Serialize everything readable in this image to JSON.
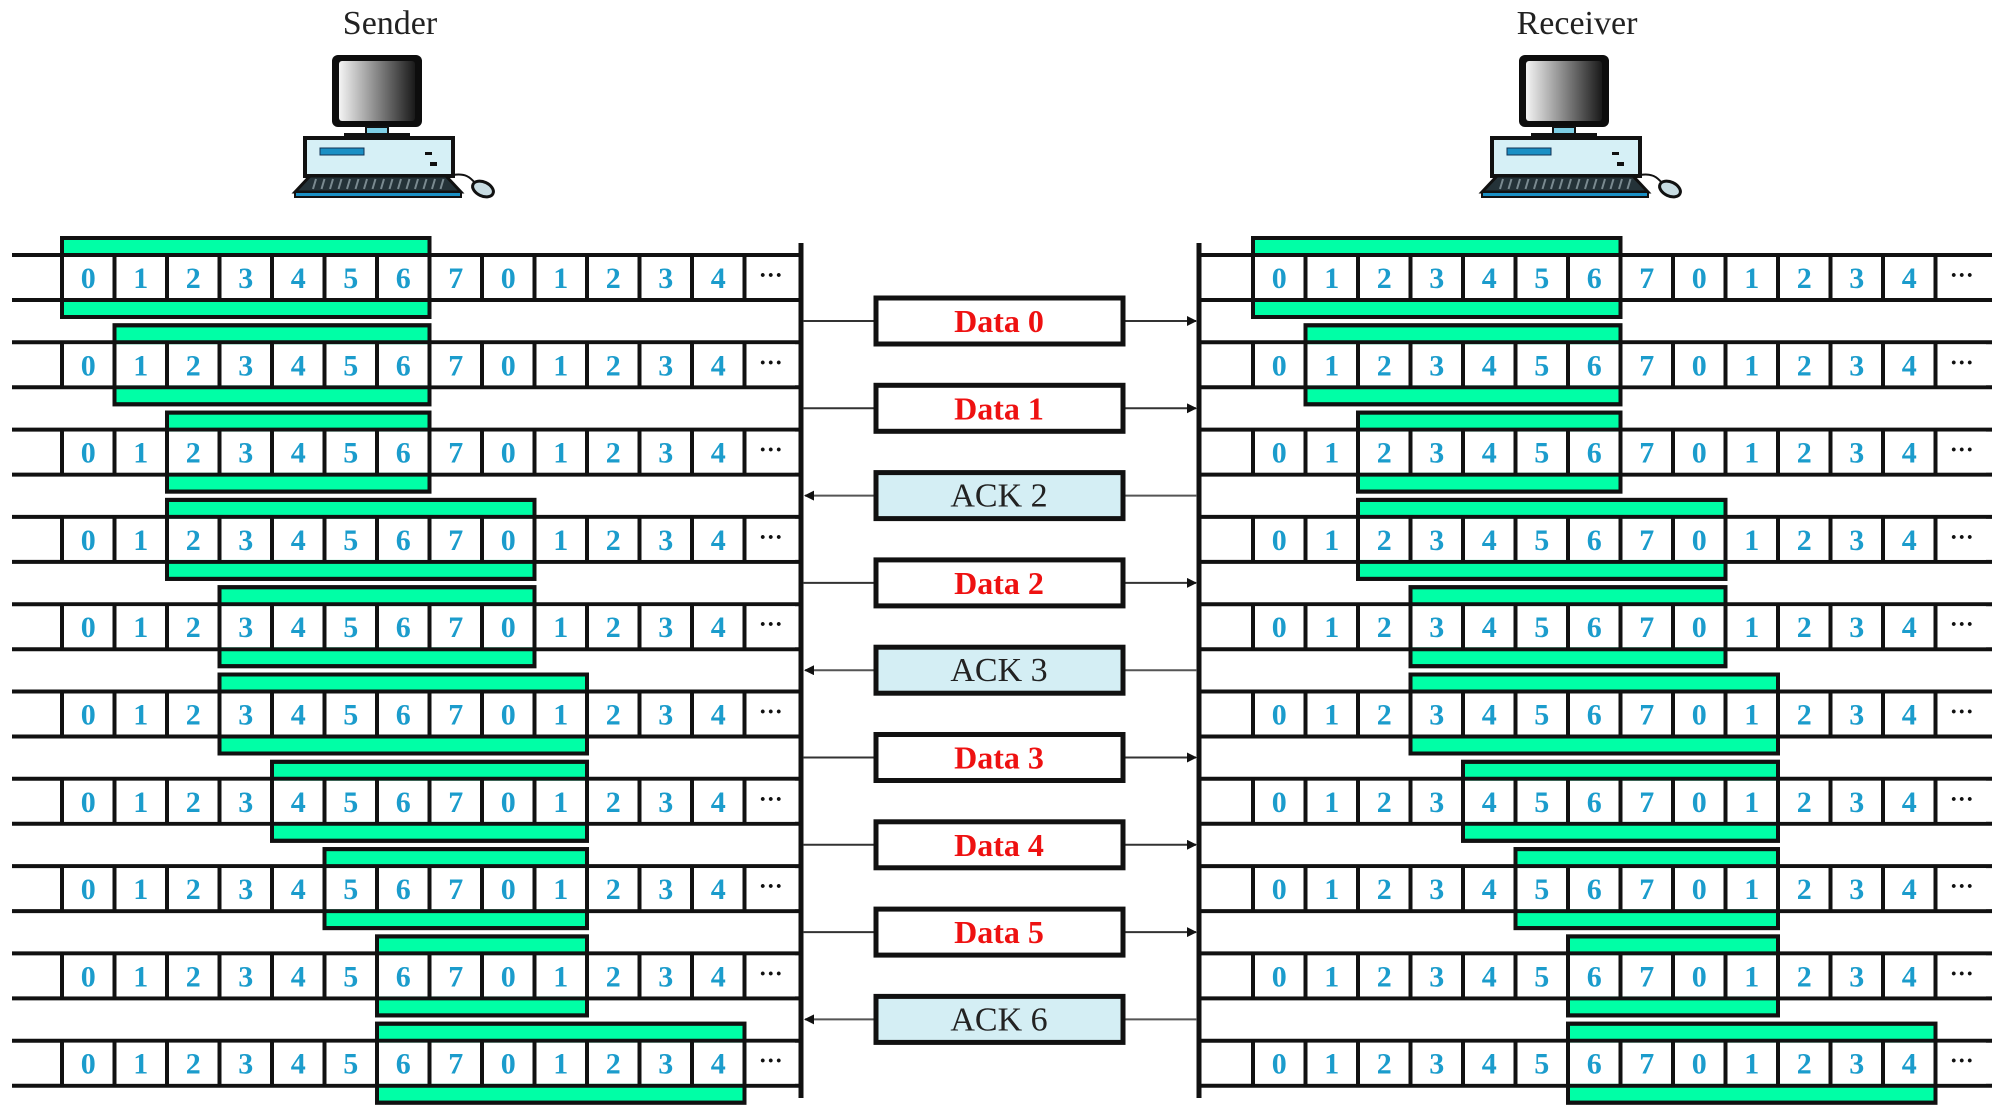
{
  "sender": {
    "label": "Sender",
    "icon": "computer-icon"
  },
  "receiver": {
    "label": "Receiver",
    "icon": "computer-icon"
  },
  "sequence": [
    "0",
    "1",
    "2",
    "3",
    "4",
    "5",
    "6",
    "7",
    "0",
    "1",
    "2",
    "3",
    "4"
  ],
  "overflow": "···",
  "colors": {
    "window": "#00ffa6",
    "digit": "#1b9ccc",
    "data_text": "#ee1111",
    "ack_fill": "#d4eef4",
    "line": "#111111"
  },
  "sender_windows": [
    {
      "start": 0,
      "end": 6
    },
    {
      "start": 1,
      "end": 6
    },
    {
      "start": 2,
      "end": 6
    },
    {
      "start": 2,
      "end": 8
    },
    {
      "start": 3,
      "end": 8
    },
    {
      "start": 3,
      "end": 9
    },
    {
      "start": 4,
      "end": 9
    },
    {
      "start": 5,
      "end": 9
    },
    {
      "start": 6,
      "end": 9
    },
    {
      "start": 6,
      "end": 12
    }
  ],
  "receiver_windows": [
    {
      "start": 0,
      "end": 6
    },
    {
      "start": 1,
      "end": 6
    },
    {
      "start": 2,
      "end": 6
    },
    {
      "start": 2,
      "end": 8
    },
    {
      "start": 3,
      "end": 8
    },
    {
      "start": 3,
      "end": 9
    },
    {
      "start": 4,
      "end": 9
    },
    {
      "start": 5,
      "end": 9
    },
    {
      "start": 6,
      "end": 9
    },
    {
      "start": 6,
      "end": 12
    }
  ],
  "messages": [
    {
      "label": "Data 0",
      "type": "data",
      "direction": "to-receiver"
    },
    {
      "label": "Data 1",
      "type": "data",
      "direction": "to-receiver"
    },
    {
      "label": "ACK 2",
      "type": "ack",
      "direction": "to-sender"
    },
    {
      "label": "Data 2",
      "type": "data",
      "direction": "to-receiver"
    },
    {
      "label": "ACK 3",
      "type": "ack",
      "direction": "to-sender"
    },
    {
      "label": "Data 3",
      "type": "data",
      "direction": "to-receiver"
    },
    {
      "label": "Data 4",
      "type": "data",
      "direction": "to-receiver"
    },
    {
      "label": "Data 5",
      "type": "data",
      "direction": "to-receiver"
    },
    {
      "label": "ACK 6",
      "type": "ack",
      "direction": "to-sender"
    }
  ]
}
